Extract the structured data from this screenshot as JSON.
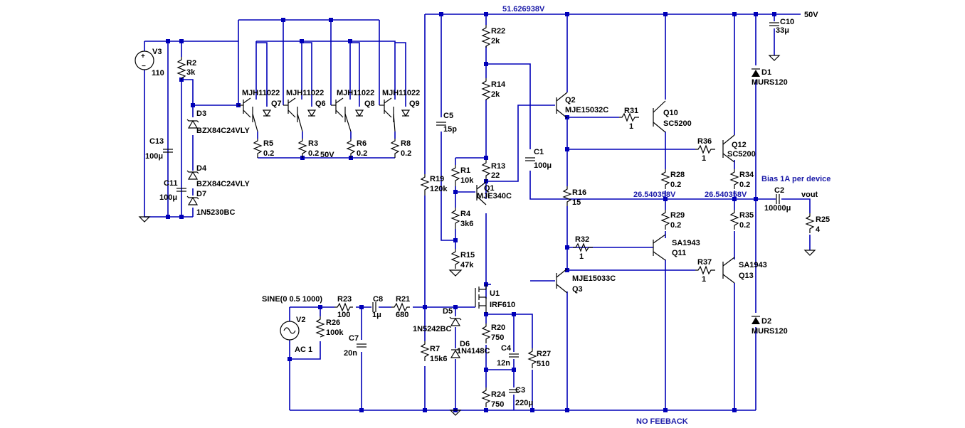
{
  "nets": {
    "vtop": "51.626938V",
    "vsupply": "50V",
    "vmid1": "26.540358V",
    "vmid2": "26.540358V",
    "vout": "vout",
    "bias_note": "Bias 1A per device",
    "feedback_note": "NO FEEBACK",
    "rail_50v_mid": "50V"
  },
  "parts": {
    "V3": {
      "ref": "V3",
      "val": "110"
    },
    "R2": {
      "ref": "R2",
      "val": "3k"
    },
    "D3": {
      "ref": "D3",
      "val": "BZX84C24VLY"
    },
    "D4": {
      "ref": "D4",
      "val": "BZX84C24VLY"
    },
    "D7": {
      "ref": "D7",
      "val": "1N5230BC"
    },
    "C13": {
      "ref": "C13",
      "val": "100μ"
    },
    "C11": {
      "ref": "C11",
      "val": "100μ"
    },
    "Q7": {
      "ref": "Q7",
      "val": "MJH11022"
    },
    "Q6": {
      "ref": "Q6",
      "val": "MJH11022"
    },
    "Q8": {
      "ref": "Q8",
      "val": "MJH11022"
    },
    "Q9": {
      "ref": "Q9",
      "val": "MJH11022"
    },
    "R5": {
      "ref": "R5",
      "val": "0.2"
    },
    "R3": {
      "ref": "R3",
      "val": "0.2"
    },
    "R6": {
      "ref": "R6",
      "val": "0.2"
    },
    "R8": {
      "ref": "R8",
      "val": "0.2"
    },
    "R22": {
      "ref": "R22",
      "val": "2k"
    },
    "R14": {
      "ref": "R14",
      "val": "2k"
    },
    "R13": {
      "ref": "R13",
      "val": "22"
    },
    "R1": {
      "ref": "R1",
      "val": "10k"
    },
    "R4": {
      "ref": "R4",
      "val": "3k6"
    },
    "R15": {
      "ref": "R15",
      "val": "47k"
    },
    "Q1": {
      "ref": "Q1",
      "val": "MJE340C"
    },
    "C5": {
      "ref": "C5",
      "val": "15p"
    },
    "R19": {
      "ref": "R19",
      "val": "120k"
    },
    "C1": {
      "ref": "C1",
      "val": "100μ"
    },
    "Q2": {
      "ref": "Q2",
      "val": "MJE15032C"
    },
    "R16": {
      "ref": "R16",
      "val": "15"
    },
    "R31": {
      "ref": "R31",
      "val": "1"
    },
    "Q10": {
      "ref": "Q10",
      "val": "SC5200"
    },
    "R36": {
      "ref": "R36",
      "val": "1"
    },
    "Q12": {
      "ref": "Q12",
      "val": "SC5200"
    },
    "R28": {
      "ref": "R28",
      "val": "0.2"
    },
    "R34": {
      "ref": "R34",
      "val": "0.2"
    },
    "R29": {
      "ref": "R29",
      "val": "0.2"
    },
    "R35": {
      "ref": "R35",
      "val": "0.2"
    },
    "R32": {
      "ref": "R32",
      "val": "1"
    },
    "Q11": {
      "ref": "Q11",
      "val": "SA1943"
    },
    "R37": {
      "ref": "R37",
      "val": "1"
    },
    "Q13": {
      "ref": "Q13",
      "val": "SA1943"
    },
    "Q3": {
      "ref": "Q3",
      "val": "MJE15033C"
    },
    "C10": {
      "ref": "C10",
      "val": "33μ"
    },
    "D1": {
      "ref": "D1",
      "val": "MURS120"
    },
    "D2": {
      "ref": "D2",
      "val": "MURS120"
    },
    "C2": {
      "ref": "C2",
      "val": "10000μ"
    },
    "R25": {
      "ref": "R25",
      "val": "4"
    },
    "V2": {
      "ref": "V2",
      "val": "AC 1",
      "spec": "SINE(0 0.5 1000)"
    },
    "R23": {
      "ref": "R23",
      "val": "100"
    },
    "R26": {
      "ref": "R26",
      "val": "100k"
    },
    "C7": {
      "ref": "C7",
      "val": "20n"
    },
    "C8": {
      "ref": "C8",
      "val": "1μ"
    },
    "R21": {
      "ref": "R21",
      "val": "680"
    },
    "R7": {
      "ref": "R7",
      "val": "15k6"
    },
    "D5": {
      "ref": "D5",
      "val": "1N5242BC"
    },
    "D6": {
      "ref": "D6",
      "val": "1N4148C"
    },
    "U1": {
      "ref": "U1",
      "val": "IRF610"
    },
    "R20": {
      "ref": "R20",
      "val": "750"
    },
    "C4": {
      "ref": "C4",
      "val": "12n"
    },
    "R27": {
      "ref": "R27",
      "val": "510"
    },
    "R24": {
      "ref": "R24",
      "val": "750"
    },
    "C3": {
      "ref": "C3",
      "val": "220μ"
    }
  }
}
